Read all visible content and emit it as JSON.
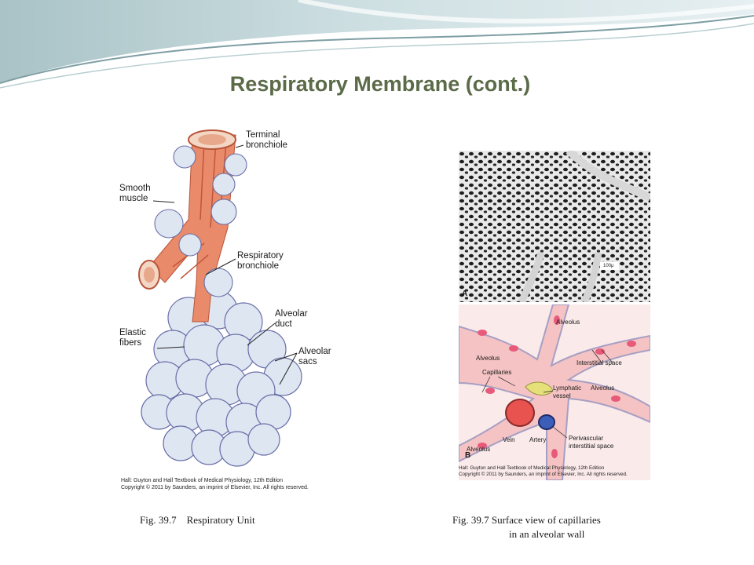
{
  "slide": {
    "title": "Respiratory Membrane (cont.)",
    "colors": {
      "title": "#5b6b48",
      "swoosh_dark": "#9fb8b8",
      "swoosh_light": "#d9e7ea"
    }
  },
  "figure_left": {
    "labels": {
      "terminal": "Terminal\nbronchiole",
      "smooth": "Smooth\nmuscle",
      "resp": "Respiratory\nbronchiole",
      "duct": "Alveolar\nduct",
      "elastic": "Elastic\nfibers",
      "sacs": "Alveolar\nsacs"
    },
    "credit_line1": "Hall: Guyton and Hall Textbook of Medical Physiology, 12th Edition",
    "credit_line2": "Copyright © 2011 by Saunders, an imprint of Elsevier, Inc. All rights reserved.",
    "caption": "Fig. 39.7    Respiratory Unit"
  },
  "figure_right_top": {
    "scale_label": "100μ",
    "panel_letter": "A"
  },
  "figure_right_bottom": {
    "labels": {
      "alveolus_top": "Alveolus",
      "alveolus_left": "Alveolus",
      "interstitial": "Interstitial space",
      "capillaries": "Capillaries",
      "lymphatic": "Lymphatic\nvessel",
      "alveolus_mid": "Alveolus",
      "vein": "Vein",
      "artery": "Artery",
      "perivascular": "Perivascular\ninterstitial space",
      "alveolus_bottom": "Alveolus"
    },
    "panel_letter": "B",
    "credit_line1": "Hall: Guyton and Hall Textbook of Medical Physiology, 12th Edition",
    "credit_line2": "Copyright © 2011 by Saunders, an imprint of Elsevier, Inc. All rights reserved.",
    "caption_line1": "Fig. 39.7  Surface view of capillaries",
    "caption_line2": "in an alveolar wall"
  }
}
